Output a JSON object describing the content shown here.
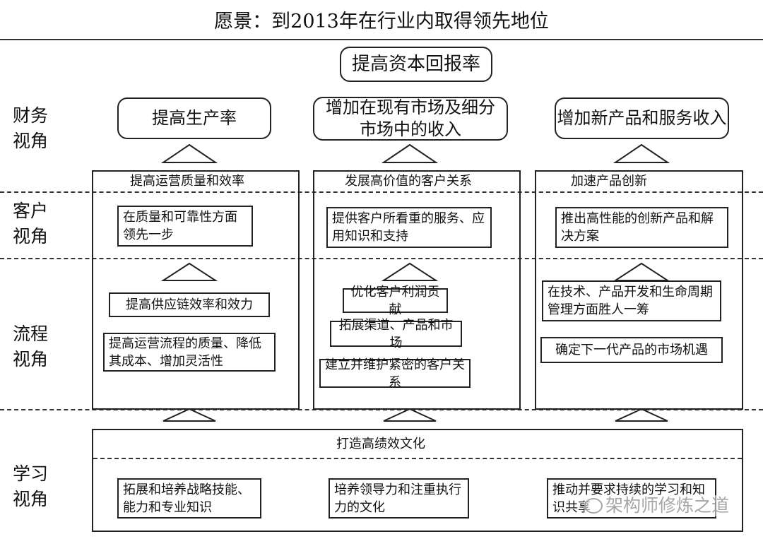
{
  "vision": "愿景：到2013年在行业内取得领先地位",
  "top_goal": "提高资本回报率",
  "perspectives": {
    "financial": "财务\n视角",
    "customer": "客户\n视角",
    "process": "流程\n视角",
    "learning": "学习\n视角"
  },
  "financial_goals": [
    "提高生产率",
    "增加在现有市场及细分市场中的收入",
    "增加新产品和服务收入"
  ],
  "columns": [
    {
      "theme": "提高运营质量和效率",
      "customer": "在质量和可靠性方面领先一步",
      "process": [
        "提高供应链效率和效力",
        "提高运营流程的质量、降低其成本、增加灵活性"
      ]
    },
    {
      "theme": "发展高价值的客户关系",
      "customer": "提供客户所看重的服务、应用知识和支持",
      "process": [
        "优化客户利润贡献",
        "拓展渠道、产品和市场",
        "建立并维护紧密的客户关系"
      ]
    },
    {
      "theme": "加速产品创新",
      "customer": "推出高性能的创新产品和解决方案",
      "process": [
        "在技术、产品开发和生命周期管理方面胜人一筹",
        "确定下一代产品的市场机遇"
      ]
    }
  ],
  "learning": {
    "theme": "打造高绩效文化",
    "items": [
      "拓展和培养战略技能、能力和专业知识",
      "培养领导力和注重执行力的文化",
      "推动并要求持续的学习和知识共享"
    ]
  },
  "watermark": "架构师修炼之道"
}
